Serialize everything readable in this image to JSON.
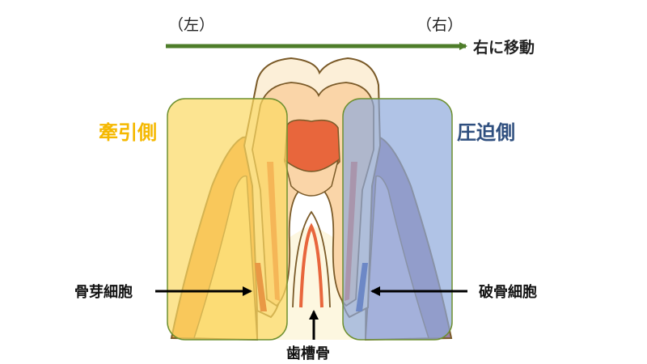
{
  "labels": {
    "left_paren": "（左）",
    "right_paren": "（右）",
    "move_right": "右に移動",
    "tension_side": "牽引側",
    "pressure_side": "圧迫側",
    "osteoblast": "骨芽細胞",
    "osteoclast": "破骨細胞",
    "alveolar_bone": "歯槽骨"
  },
  "colors": {
    "arrow_green": "#4E7D2A",
    "tension_text": "#F5B800",
    "pressure_text": "#2F4F7F",
    "tension_box": "#FBD863",
    "pressure_box": "#8FA9DC",
    "box_border": "#6E9030",
    "osteoblast_mark": "#C00000",
    "osteoclast_mark": "#1F3A93",
    "outline": "#7A5A28"
  }
}
